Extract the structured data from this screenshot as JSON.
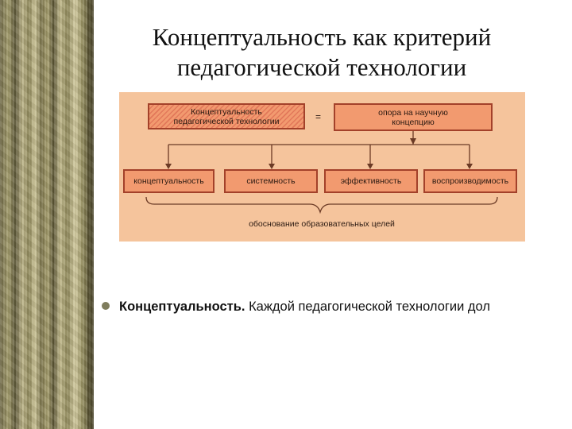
{
  "slide": {
    "title_line1": "Концептуальность как критерий",
    "title_line2": "педагогической технологии"
  },
  "diagram": {
    "source_box": {
      "line1": "Концептуальность",
      "line2": "педагогической технологии"
    },
    "equals_sign": "=",
    "target_box": {
      "line1": "опора на научную",
      "line2": "концепцию"
    },
    "criteria": [
      {
        "label": "концептуальность"
      },
      {
        "label": "системность"
      },
      {
        "label": "эффективность"
      },
      {
        "label": "воспроизводимость"
      }
    ],
    "bracket_label": "обоснование образовательных целей"
  },
  "bullet": {
    "term": "Концептуальность.",
    "text": "Каждой педагогической технологии дол"
  },
  "colors": {
    "diagram_bg": "#f5c49c",
    "box_fill": "#f29a6f",
    "box_border": "#a3412a",
    "bullet_dot": "#7f7d5d"
  }
}
